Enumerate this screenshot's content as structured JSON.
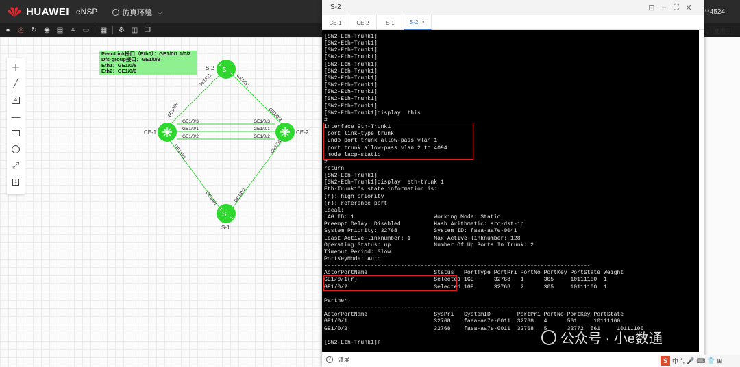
{
  "header": {
    "brand": "HUAWEI",
    "product": "eNSP",
    "environment": "仿真环境",
    "user": "****4524",
    "usage_label": "g（使用中）"
  },
  "toolbar": {
    "icons": [
      "play-icon",
      "stop-icon",
      "refresh-icon",
      "eye-icon",
      "copy-icon",
      "crop-icon",
      "screen-icon",
      "grid-icon",
      "settings-icon",
      "layers-icon",
      "stack-icon"
    ]
  },
  "canvas": {
    "tools": [
      "plus-icon",
      "line-icon",
      "text-icon",
      "hline-icon",
      "rect-icon",
      "circle-icon",
      "expand-icon",
      "small-box-icon"
    ],
    "note_lines": [
      "Peer-Link接口（Eth0）：GE1/0/1 1/0/2",
      "Dfs-group接口：GE1/0/3",
      "Eth1：GE1/0/8",
      "Eth2：GE1/0/9"
    ],
    "devices": {
      "s2": "S-2",
      "ce1": "CE-1",
      "ce2": "CE-2",
      "s1": "S-1"
    },
    "ports": {
      "s2_left": "GE1/0/1",
      "s2_right": "GE1/0/2",
      "ce1_up": "GE1/0/9",
      "ce2_up": "GE1/0/9",
      "link_a": "GE1/0/3",
      "link_b1": "GE1/0/1",
      "link_b2": "GE1/0/1",
      "link_c1": "GE1/0/2",
      "link_c2": "GE1/0/2",
      "link_a2": "GE1/0/3",
      "ce1_down": "GE1/0/8",
      "ce2_down": "GE1/0/8",
      "s1_left": "GE1/0/1",
      "s1_right": "GE1/0/2"
    }
  },
  "console": {
    "title": "S-2",
    "tabs": [
      "CE-1",
      "CE-2",
      "S-1",
      "S-2"
    ],
    "active_tab": "S-2",
    "footer_clear": "清屏",
    "lines": [
      "[SW2-Eth-Trunk1]",
      "[SW2-Eth-Trunk1]",
      "[SW2-Eth-Trunk1]",
      "[SW2-Eth-Trunk1]",
      "[SW2-Eth-Trunk1]",
      "[SW2-Eth-Trunk1]",
      "[SW2-Eth-Trunk1]",
      "[SW2-Eth-Trunk1]",
      "[SW2-Eth-Trunk1]",
      "[SW2-Eth-Trunk1]",
      "[SW2-Eth-Trunk1]",
      "[SW2-Eth-Trunk1]display  this",
      "#",
      "interface Eth-Trunk1",
      " port link-type trunk",
      " undo port trunk allow-pass vlan 1",
      " port trunk allow-pass vlan 2 to 4094",
      " mode lacp-static",
      "#",
      "return",
      "[SW2-Eth-Trunk1]",
      "[SW2-Eth-Trunk1]display  eth-trunk 1",
      "Eth-Trunk1's state information is:",
      "(h): high priority",
      "(r): reference port",
      "Local:",
      "LAG ID: 1                        Working Mode: Static",
      "Preempt Delay: Disabled          Hash Arithmetic: src-dst-ip",
      "System Priority: 32768           System ID: faea-aa7e-0041",
      "Least Active-linknumber: 1       Max Active-linknumber: 128",
      "Operating Status: up             Number Of Up Ports In Trunk: 2",
      "Timeout Period: Slow",
      "PortKeyMode: Auto",
      "--------------------------------------------------------------------------------",
      "ActorPortName                    Status   PortType PortPri PortNo PortKey PortState Weight",
      "GE1/0/1(r)                       Selected 1GE      32768   1      305     10111100  1",
      "GE1/0/2                          Selected 1GE      32768   2      305     10111100  1",
      "",
      "Partner:",
      "--------------------------------------------------------------------------------",
      "ActorPortName                    SysPri   SystemID        PortPri PortNo PortKey PortState",
      "GE1/0/1                          32768    faea-aa7e-0011  32768   4      561     10111100",
      "GE1/0/2                          32768    faea-aa7e-0011  32768   5      32772  561     10111100",
      "",
      "[SW2-Eth-Trunk1]▯"
    ]
  },
  "watermark": "公众号 · 小e数通",
  "tray": [
    "S",
    "中",
    "°,",
    "🎤",
    "⌨",
    "👕",
    "⊞"
  ],
  "colors": {
    "device_green": "#2fd82f",
    "link_green": "#3ad63a",
    "highlight_red": "#e02020",
    "active_tab": "#3a7bd5"
  }
}
